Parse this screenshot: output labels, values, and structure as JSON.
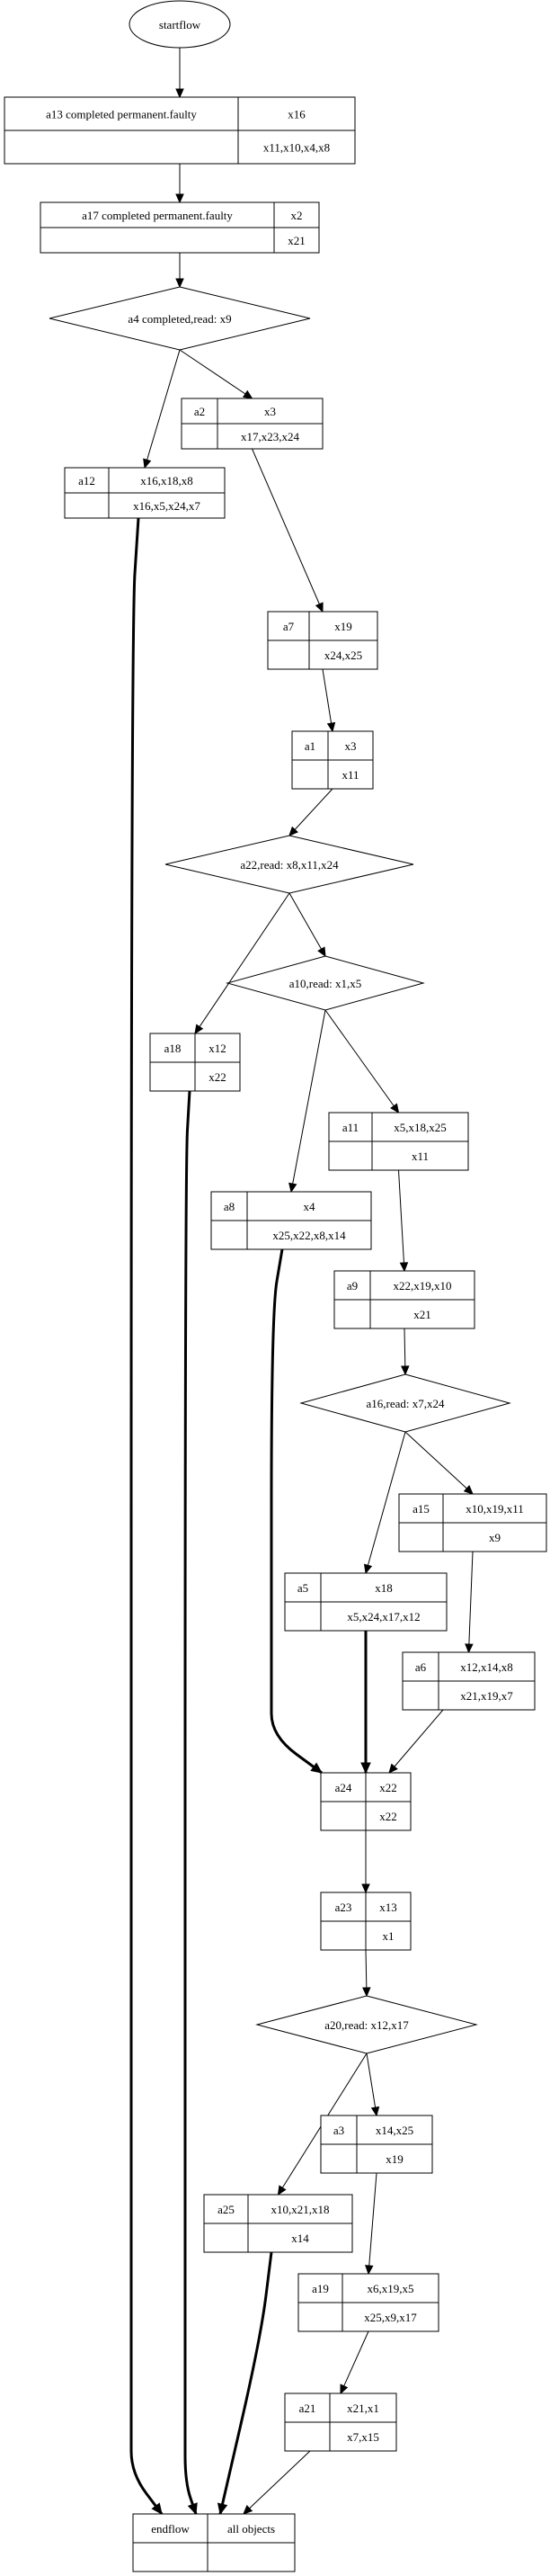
{
  "title": "",
  "start": {
    "id": "startflow",
    "label": "startflow"
  },
  "nodes": [
    {
      "id": "a13",
      "type": "record",
      "name": "a13 completed permanent.faulty",
      "top": "x16",
      "bottom": "x11,x10,x4,x8"
    },
    {
      "id": "a17",
      "type": "record",
      "name": "a17 completed permanent.faulty",
      "top": "x2",
      "bottom": "x21"
    },
    {
      "id": "a4",
      "type": "decision",
      "label": "a4 completed,read: x9"
    },
    {
      "id": "a2",
      "type": "record",
      "name": "a2",
      "top": "x3",
      "bottom": "x17,x23,x24"
    },
    {
      "id": "a12",
      "type": "record",
      "name": "a12",
      "top": "x16,x18,x8",
      "bottom": "x16,x5,x24,x7"
    },
    {
      "id": "a7",
      "type": "record",
      "name": "a7",
      "top": "x19",
      "bottom": "x24,x25"
    },
    {
      "id": "a1",
      "type": "record",
      "name": "a1",
      "top": "x3",
      "bottom": "x11"
    },
    {
      "id": "a22",
      "type": "decision",
      "label": "a22,read: x8,x11,x24"
    },
    {
      "id": "a10",
      "type": "decision",
      "label": "a10,read: x1,x5"
    },
    {
      "id": "a18",
      "type": "record",
      "name": "a18",
      "top": "x12",
      "bottom": "x22"
    },
    {
      "id": "a11",
      "type": "record",
      "name": "a11",
      "top": "x5,x18,x25",
      "bottom": "x11"
    },
    {
      "id": "a8",
      "type": "record",
      "name": "a8",
      "top": "x4",
      "bottom": "x25,x22,x8,x14"
    },
    {
      "id": "a9",
      "type": "record",
      "name": "a9",
      "top": "x22,x19,x10",
      "bottom": "x21"
    },
    {
      "id": "a16",
      "type": "decision",
      "label": "a16,read: x7,x24"
    },
    {
      "id": "a15",
      "type": "record",
      "name": "a15",
      "top": "x10,x19,x11",
      "bottom": "x9"
    },
    {
      "id": "a5",
      "type": "record",
      "name": "a5",
      "top": "x18",
      "bottom": "x5,x24,x17,x12"
    },
    {
      "id": "a6",
      "type": "record",
      "name": "a6",
      "top": "x12,x14,x8",
      "bottom": "x21,x19,x7"
    },
    {
      "id": "a24",
      "type": "record",
      "name": "a24",
      "top": "x22",
      "bottom": "x22"
    },
    {
      "id": "a23",
      "type": "record",
      "name": "a23",
      "top": "x13",
      "bottom": "x1"
    },
    {
      "id": "a20",
      "type": "decision",
      "label": "a20,read: x12,x17"
    },
    {
      "id": "a3",
      "type": "record",
      "name": "a3",
      "top": "x14,x25",
      "bottom": "x19"
    },
    {
      "id": "a25",
      "type": "record",
      "name": "a25",
      "top": "x10,x21,x18",
      "bottom": "x14"
    },
    {
      "id": "a19",
      "type": "record",
      "name": "a19",
      "top": "x6,x19,x5",
      "bottom": "x25,x9,x17"
    },
    {
      "id": "a21",
      "type": "record",
      "name": "a21",
      "top": "x21,x1",
      "bottom": "x7,x15"
    },
    {
      "id": "endflow",
      "type": "record",
      "name": "endflow",
      "top": "all objects",
      "bottom": ""
    }
  ],
  "edges": [
    {
      "from": "startflow",
      "to": "a13",
      "bold": false
    },
    {
      "from": "a13",
      "to": "a17",
      "bold": false
    },
    {
      "from": "a17",
      "to": "a4",
      "bold": false
    },
    {
      "from": "a4",
      "to": "a12",
      "bold": false
    },
    {
      "from": "a4",
      "to": "a2",
      "bold": false
    },
    {
      "from": "a2",
      "to": "a7",
      "bold": false
    },
    {
      "from": "a7",
      "to": "a1",
      "bold": false
    },
    {
      "from": "a1",
      "to": "a22",
      "bold": false
    },
    {
      "from": "a22",
      "to": "a18",
      "bold": false
    },
    {
      "from": "a22",
      "to": "a10",
      "bold": false
    },
    {
      "from": "a10",
      "to": "a8",
      "bold": false
    },
    {
      "from": "a10",
      "to": "a11",
      "bold": false
    },
    {
      "from": "a11",
      "to": "a9",
      "bold": false
    },
    {
      "from": "a9",
      "to": "a16",
      "bold": false
    },
    {
      "from": "a16",
      "to": "a5",
      "bold": false
    },
    {
      "from": "a16",
      "to": "a15",
      "bold": false
    },
    {
      "from": "a15",
      "to": "a6",
      "bold": false
    },
    {
      "from": "a8",
      "to": "a24",
      "bold": true
    },
    {
      "from": "a5",
      "to": "a24",
      "bold": true
    },
    {
      "from": "a6",
      "to": "a24",
      "bold": false
    },
    {
      "from": "a24",
      "to": "a23",
      "bold": false
    },
    {
      "from": "a23",
      "to": "a20",
      "bold": false
    },
    {
      "from": "a20",
      "to": "a25",
      "bold": false
    },
    {
      "from": "a20",
      "to": "a3",
      "bold": false
    },
    {
      "from": "a3",
      "to": "a19",
      "bold": false
    },
    {
      "from": "a19",
      "to": "a21",
      "bold": false
    },
    {
      "from": "a12",
      "to": "endflow",
      "bold": true
    },
    {
      "from": "a18",
      "to": "endflow",
      "bold": true
    },
    {
      "from": "a25",
      "to": "endflow",
      "bold": true
    },
    {
      "from": "a21",
      "to": "endflow",
      "bold": false
    }
  ]
}
